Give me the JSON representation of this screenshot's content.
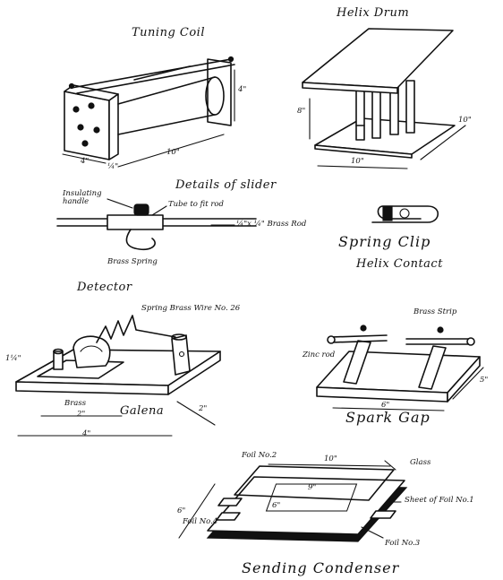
{
  "tuning_coil": {
    "title": "Tuning Coil",
    "dim_height": "4\"",
    "dim_width": "4\"",
    "dim_length": "10\"",
    "dim_small": "¼\""
  },
  "helix_drum": {
    "title": "Helix Drum",
    "dim_height": "8\"",
    "dim_depth": "10\"",
    "dim_width": "10\""
  },
  "slider": {
    "title": "Details of slider",
    "insulating_handle": "Insulating handle",
    "tube": "Tube to fit rod",
    "rod": "¼\"x ¼\" Brass Rod",
    "spring": "Brass Spring"
  },
  "spring_clip": {
    "title": "Spring Clip",
    "subtitle": "Helix Contact"
  },
  "detector": {
    "title": "Detector",
    "wire": "Spring Brass Wire No. 26",
    "dim_side": "1¼\"",
    "brass": "Brass",
    "dim_brass": "2\"",
    "galena": "Galena",
    "dim_depth": "2\"",
    "dim_length": "4\""
  },
  "spark_gap": {
    "title": "Spark Gap",
    "brass_strip": "Brass Strip",
    "zinc_rod": "Zinc rod",
    "dim_width": "6\"",
    "dim_depth": "5\""
  },
  "condenser": {
    "title": "Sending Condenser",
    "foil2": "Foil No.2",
    "glass": "Glass",
    "dim_top": "10\"",
    "dim_inner": "9\"",
    "dim_side": "6\"",
    "dim_inner_side": "6\"",
    "sheet_foil1": "Sheet of Foil No.1",
    "foil4": "Foil No.4",
    "foil3": "Foil No.3"
  }
}
